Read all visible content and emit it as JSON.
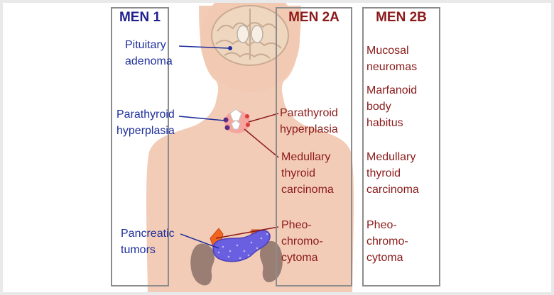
{
  "columns": {
    "men1": {
      "title": "MEN 1",
      "items": [
        "Pituitary\nadenoma",
        "Parathyroid\nhyperplasia",
        "Pancreatic\ntumors"
      ]
    },
    "men2a": {
      "title": "MEN 2A",
      "items": [
        "Parathyroid\nhyperplasia",
        "Medullary\nthyroid\ncarcinoma",
        "Pheo-\nchromo-\ncytoma"
      ]
    },
    "men2b": {
      "title": "MEN 2B",
      "items": [
        "Mucosal\nneuromas",
        "Marfanoid\nbody\nhabitus",
        "Medullary\nthyroid\ncarcinoma",
        "Pheo-\nchromo-\ncytoma"
      ]
    }
  },
  "colors": {
    "men1_text": "#1f2f9c",
    "men2_text": "#8b1a1a",
    "body_skin": "#f2c9b3",
    "adrenal": "#f0641e",
    "pancreas": "#6a5fe0",
    "kidney": "#9a7e74",
    "box_border": "#8c8c8c"
  }
}
